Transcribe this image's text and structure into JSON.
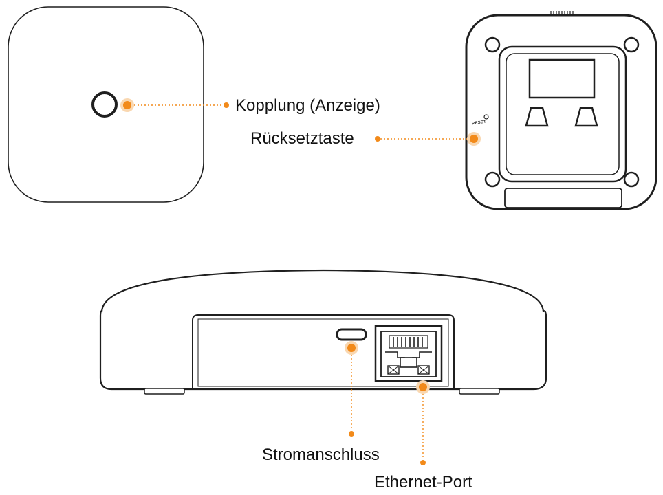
{
  "labels": {
    "pairing": "Kopplung (Anzeige)",
    "reset": "Rücksetztaste",
    "power": "Stromanschluss",
    "ethernet": "Ethernet-Port",
    "reset_print": "RESET"
  },
  "colors": {
    "callout": "#f28a1a",
    "outline": "#1f1f1f",
    "text": "#111111"
  },
  "icons": {
    "callout_dot": "orange-callout-dot",
    "pairing_ring": "pairing-indicator-ring"
  }
}
